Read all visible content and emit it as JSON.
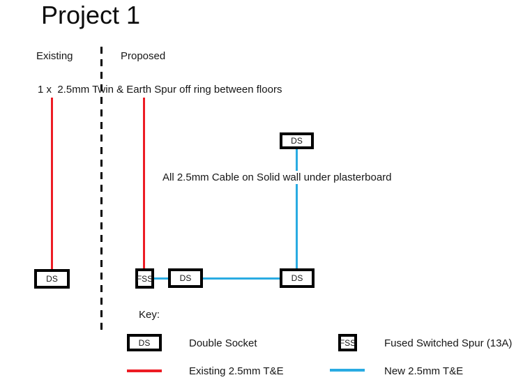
{
  "title": "Project 1",
  "colors": {
    "existing_cable": "#ed1c24",
    "new_cable": "#29abe2",
    "outline": "#000000"
  },
  "diagram": {
    "existing_label": "Existing",
    "proposed_label": "Proposed",
    "spur_note": "1 x  2.5mm Twin & Earth Spur off ring between floors",
    "wall_note": "All 2.5mm Cable on Solid wall under plasterboard",
    "boxes": [
      {
        "label": "DS"
      },
      {
        "label": "DS"
      },
      {
        "label": "FSS"
      },
      {
        "label": "DS"
      },
      {
        "label": "DS"
      }
    ]
  },
  "key": {
    "heading": "Key:",
    "symbols": [
      {
        "symbol": "DS",
        "label": "Double Socket"
      },
      {
        "symbol": "FSS",
        "label": "Fused Switched Spur (13A)"
      }
    ],
    "lines": [
      {
        "label": "Existing 2.5mm T&E"
      },
      {
        "label": "New 2.5mm T&E"
      }
    ]
  }
}
